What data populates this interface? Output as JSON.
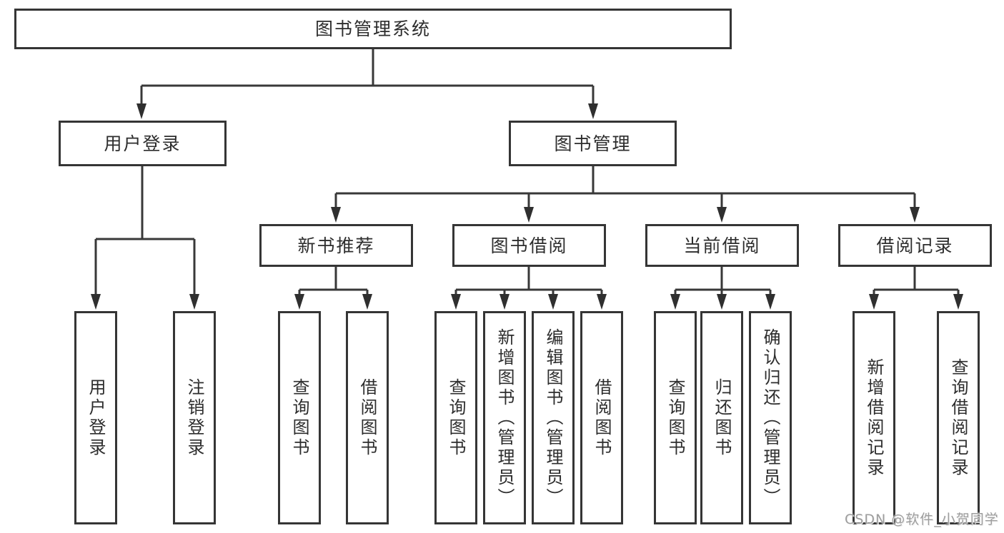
{
  "diagram_title": "图书管理系统",
  "tree": {
    "label": "图书管理系统",
    "children": [
      {
        "label": "用户登录",
        "children": [
          {
            "label": "用户登录"
          },
          {
            "label": "注销登录"
          }
        ]
      },
      {
        "label": "图书管理",
        "children": [
          {
            "label": "新书推荐",
            "children": [
              {
                "label": "查询图书"
              },
              {
                "label": "借阅图书"
              }
            ]
          },
          {
            "label": "图书借阅",
            "children": [
              {
                "label": "查询图书"
              },
              {
                "label": "新增图书（管理员）"
              },
              {
                "label": "编辑图书（管理员）"
              },
              {
                "label": "借阅图书"
              }
            ]
          },
          {
            "label": "当前借阅",
            "children": [
              {
                "label": "查询图书"
              },
              {
                "label": "归还图书"
              },
              {
                "label": "确认归还（管理员）"
              }
            ]
          },
          {
            "label": "借阅记录",
            "children": [
              {
                "label": "新增借阅记录"
              },
              {
                "label": "查询借阅记录"
              }
            ]
          }
        ]
      }
    ]
  },
  "watermark": "CSDN @软件_小贺同学",
  "colors": {
    "line": "#383838",
    "box_border": "#353535",
    "box_fill": "#ffffff",
    "text": "#2d2d2d",
    "watermark": "#9d9d9d"
  }
}
